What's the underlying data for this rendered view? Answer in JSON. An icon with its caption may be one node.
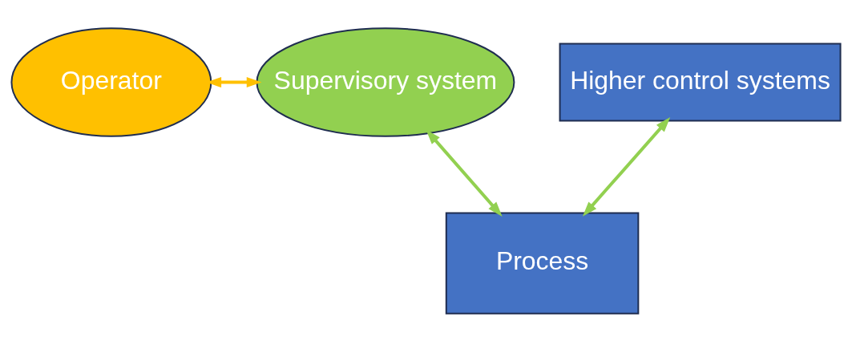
{
  "diagram": {
    "nodes": [
      {
        "text": [
          "Operator"
        ]
      },
      {
        "text": [
          "Supervisory system"
        ]
      },
      {
        "text": [
          "Higher control systems"
        ]
      },
      {
        "text": [
          "Process"
        ]
      }
    ],
    "edges": [
      {
        "from": 0,
        "to": 1,
        "arrow": "both",
        "color": "#ffc000"
      },
      {
        "from": 1,
        "to": 3,
        "arrow": "both"
      },
      {
        "from": 2,
        "to": 3,
        "arrow": "both"
      }
    ]
  }
}
